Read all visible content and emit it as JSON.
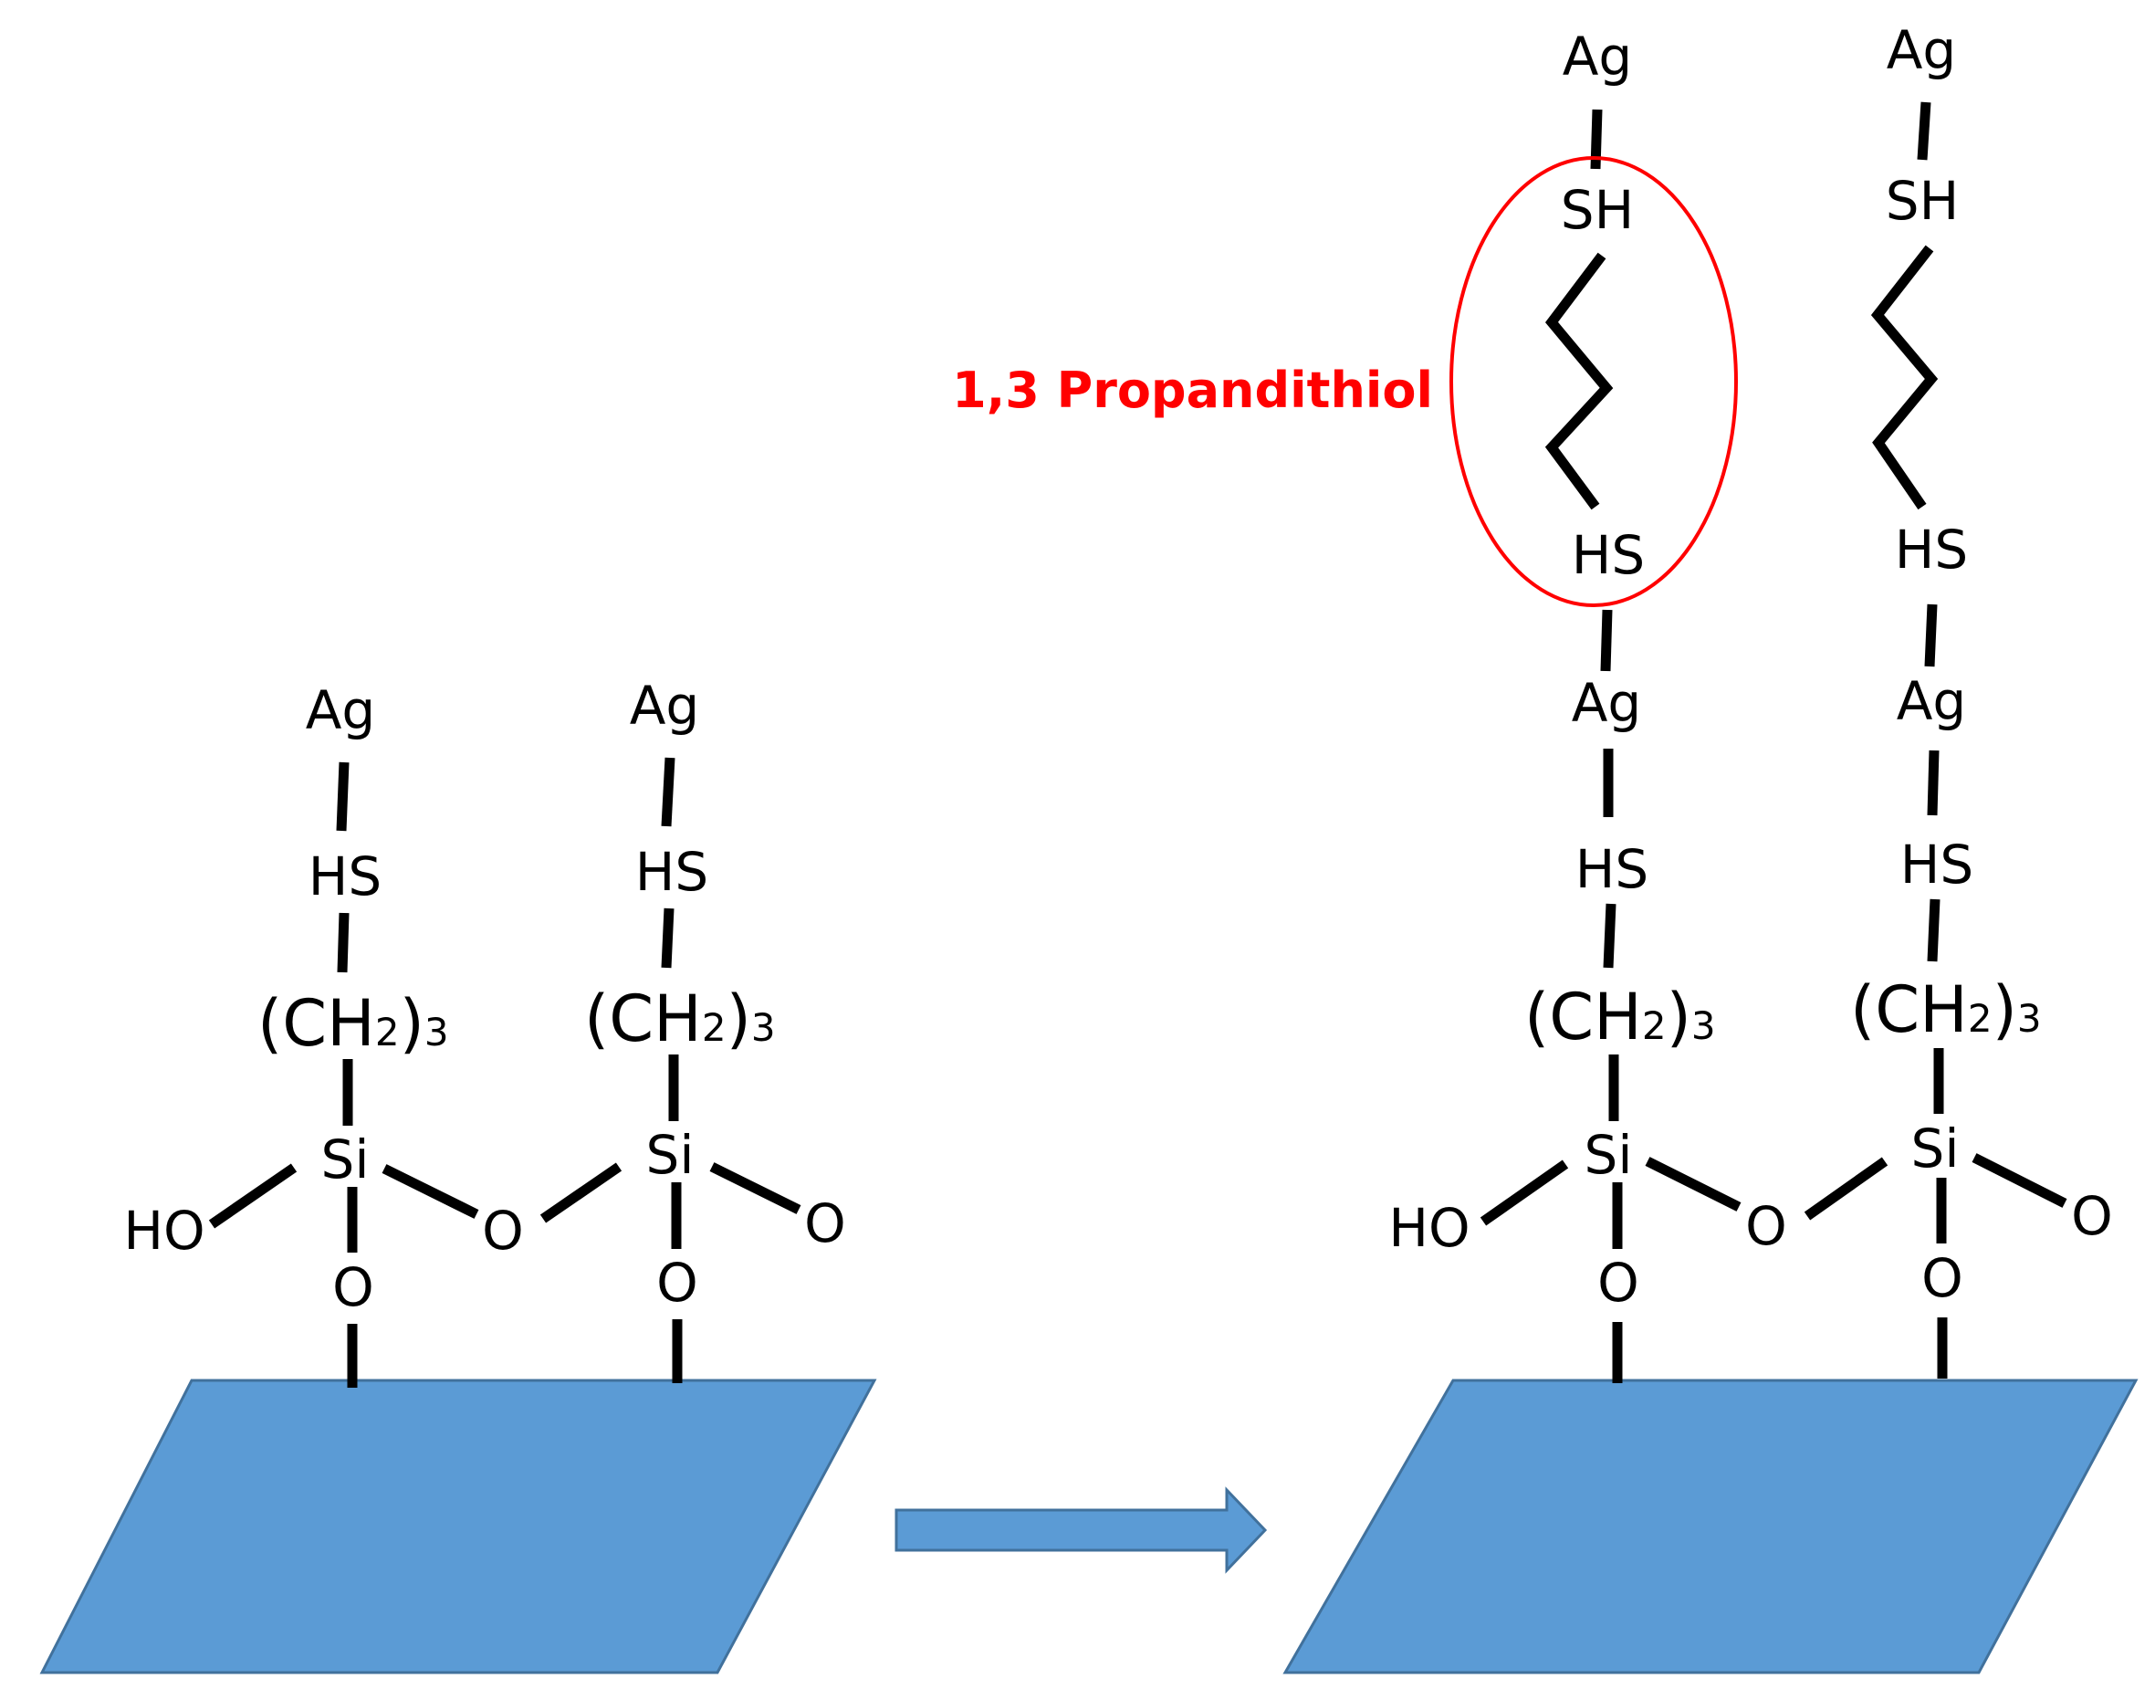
{
  "labels": {
    "ag": "Ag",
    "hs": "HS",
    "sh": "SH",
    "ch2_open": "(CH",
    "ch2_sub": "2",
    "ch2_close": ")",
    "ch2_count": "3",
    "si": "Si",
    "o": "O",
    "ho": "HO"
  },
  "annotation": {
    "text": "1,3 Propandithiol",
    "color": "#ff0000"
  },
  "colors": {
    "substrate": "#5b9bd5",
    "bond": "#000000"
  }
}
